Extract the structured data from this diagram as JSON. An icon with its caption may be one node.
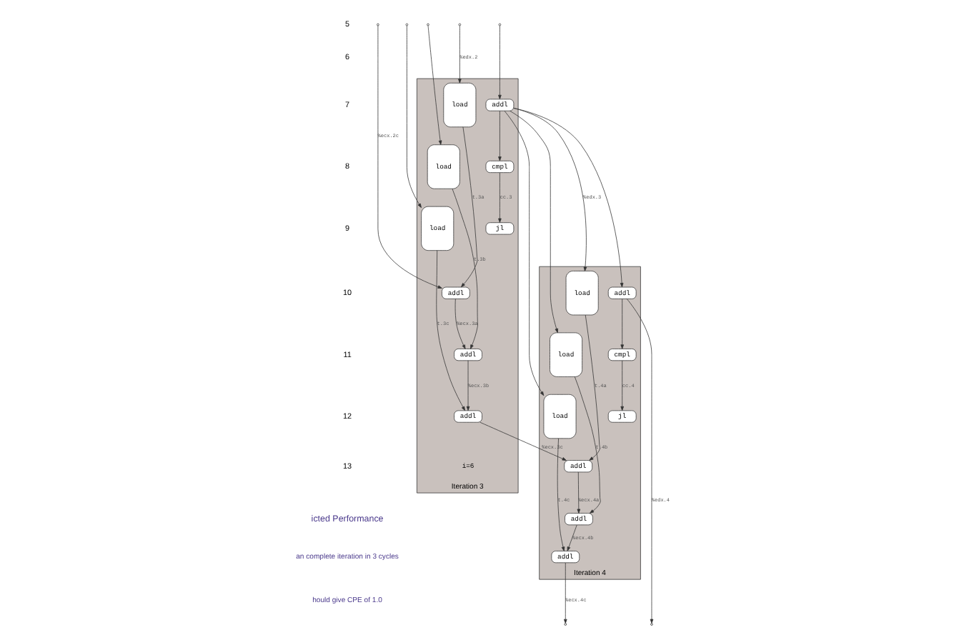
{
  "diagram": {
    "nodes": [
      {
        "text": [
          "Iteration 3"
        ]
      },
      {
        "text": [
          "Iteration 4"
        ]
      },
      {
        "text": [
          "load"
        ],
        "in": 0
      },
      {
        "text": [
          "load"
        ],
        "in": 0
      },
      {
        "text": [
          "load"
        ],
        "in": 0
      },
      {
        "text": [
          "addl"
        ],
        "in": 0
      },
      {
        "text": [
          "cmpl"
        ],
        "in": 0
      },
      {
        "text": [
          "jl"
        ],
        "in": 0
      },
      {
        "text": [
          "addl"
        ],
        "in": 0
      },
      {
        "text": [
          "addl"
        ],
        "in": 0
      },
      {
        "text": [
          "addl"
        ],
        "in": 0
      },
      {
        "text": [
          "load"
        ],
        "in": 1
      },
      {
        "text": [
          "load"
        ],
        "in": 1
      },
      {
        "text": [
          "load"
        ],
        "in": 1
      },
      {
        "text": [
          "addl"
        ],
        "in": 1
      },
      {
        "text": [
          "cmpl"
        ],
        "in": 1
      },
      {
        "text": [
          "jl"
        ],
        "in": 1
      },
      {
        "text": [
          "addl"
        ],
        "in": 1
      },
      {
        "text": [
          "addl"
        ],
        "in": 1
      },
      {
        "text": [
          "addl"
        ],
        "in": 1
      }
    ],
    "edges": [
      {
        "from": null,
        "to": 2,
        "arrow": "to",
        "label": "%edx.2"
      },
      {
        "from": null,
        "to": 3,
        "arrow": "to"
      },
      {
        "from": null,
        "to": 4,
        "arrow": "to"
      },
      {
        "from": null,
        "to": 5,
        "arrow": "to"
      },
      {
        "from": 5,
        "to": 6,
        "arrow": "to"
      },
      {
        "from": 6,
        "to": 7,
        "arrow": "to",
        "label": "cc.3"
      },
      {
        "from": 5,
        "to": 11,
        "arrow": "to",
        "label": "%edx.3"
      },
      {
        "from": 5,
        "to": 12,
        "arrow": "to"
      },
      {
        "from": 5,
        "to": 13,
        "arrow": "to"
      },
      {
        "from": 5,
        "to": 14,
        "arrow": "to"
      },
      {
        "from": null,
        "to": 8,
        "arrow": "to",
        "label": "%ecx.2c"
      },
      {
        "from": 2,
        "to": 8,
        "arrow": "to",
        "label": "t.3a"
      },
      {
        "from": 8,
        "to": 9,
        "arrow": "to",
        "label": "%ecx.3a"
      },
      {
        "from": 3,
        "to": 9,
        "arrow": "to",
        "label": "t.3b"
      },
      {
        "from": 9,
        "to": 10,
        "arrow": "to",
        "label": "%ecx.3b"
      },
      {
        "from": 4,
        "to": 10,
        "arrow": "to",
        "label": "t.3c"
      },
      {
        "from": 10,
        "to": 17,
        "arrow": "to",
        "label": "%ecx.3c"
      },
      {
        "from": 11,
        "to": 17,
        "arrow": "to",
        "label": "t.4a"
      },
      {
        "from": 17,
        "to": 18,
        "arrow": "to",
        "label": "%ecx.4a"
      },
      {
        "from": 12,
        "to": 18,
        "arrow": "to",
        "label": "t.4b"
      },
      {
        "from": 18,
        "to": 19,
        "arrow": "to",
        "label": "%ecx.4b"
      },
      {
        "from": 13,
        "to": 19,
        "arrow": "to",
        "label": "t.4c"
      },
      {
        "from": 19,
        "to": null,
        "arrow": "to",
        "label": "%ecx.4c"
      },
      {
        "from": 14,
        "to": 15,
        "arrow": "to"
      },
      {
        "from": 14,
        "to": null,
        "arrow": "to",
        "label": "%edx.4"
      },
      {
        "from": 15,
        "to": 16,
        "arrow": "to",
        "label": "cc.4"
      }
    ],
    "labels": [
      "5",
      "6",
      "7",
      "8",
      "9",
      "10",
      "11",
      "12",
      "13",
      "i=6",
      "icted Performance",
      "an complete iteration in 3 cycles",
      "hould give CPE of 1.0"
    ]
  }
}
